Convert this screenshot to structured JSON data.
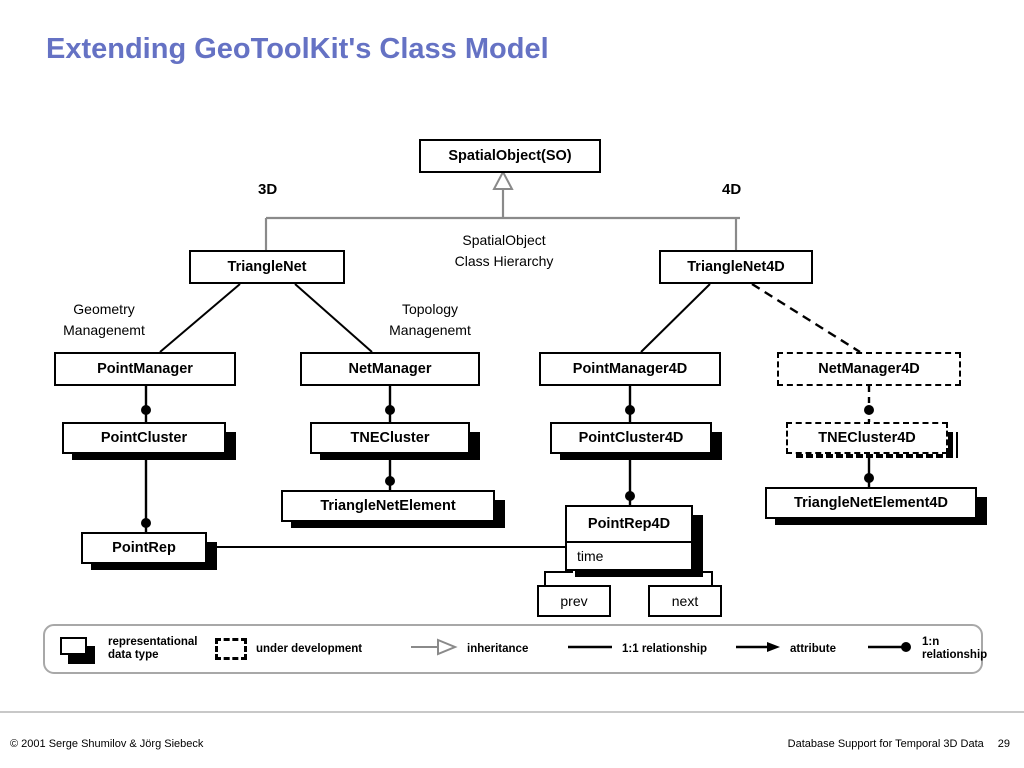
{
  "slide": {
    "title": "Extending GeoToolKit's Class Model",
    "title_color": "#6572c4"
  },
  "diagram": {
    "root": {
      "label": "SpatialObject(SO)"
    },
    "branch_labels": {
      "left": "3D",
      "right": "4D"
    },
    "hierarchy_note_line1": "SpatialObject",
    "hierarchy_note_line2": "Class Hierarchy",
    "side_notes": {
      "geometry_line1": "Geometry",
      "geometry_line2": "Managenemt",
      "topology_line1": "Topology",
      "topology_line2": "Managenemt"
    },
    "nodes": {
      "triangle_net": "TriangleNet",
      "triangle_net_4d": "TriangleNet4D",
      "point_manager": "PointManager",
      "net_manager": "NetManager",
      "point_manager_4d": "PointManager4D",
      "net_manager_4d": "NetManager4D",
      "point_cluster": "PointCluster",
      "tne_cluster": "TNECluster",
      "point_cluster_4d": "PointCluster4D",
      "tne_cluster_4d": "TNECluster4D",
      "triangle_net_element": "TriangleNetElement",
      "triangle_net_element_4d": "TriangleNetElement4D",
      "point_rep": "PointRep",
      "point_rep_4d": "PointRep4D",
      "point_rep_4d_attr": "time",
      "prev": "prev",
      "next": "next"
    }
  },
  "legend": {
    "items": [
      {
        "glyph": "representational-data-type-icon",
        "label": "representational\ndata type"
      },
      {
        "glyph": "dashed-box-icon",
        "label": "under development"
      },
      {
        "glyph": "inheritance-arrow-icon",
        "label": "inheritance"
      },
      {
        "glyph": "plain-line-icon",
        "label": "1:1 relationship"
      },
      {
        "glyph": "solid-arrow-icon",
        "label": "attribute"
      },
      {
        "glyph": "line-with-dot-icon",
        "label": "1:n relationship"
      }
    ]
  },
  "footer": {
    "copyright": "© 2001 Serge Shumilov & Jörg Siebeck",
    "talk_title": "Database Support for Temporal 3D Data",
    "page_number": "29"
  }
}
